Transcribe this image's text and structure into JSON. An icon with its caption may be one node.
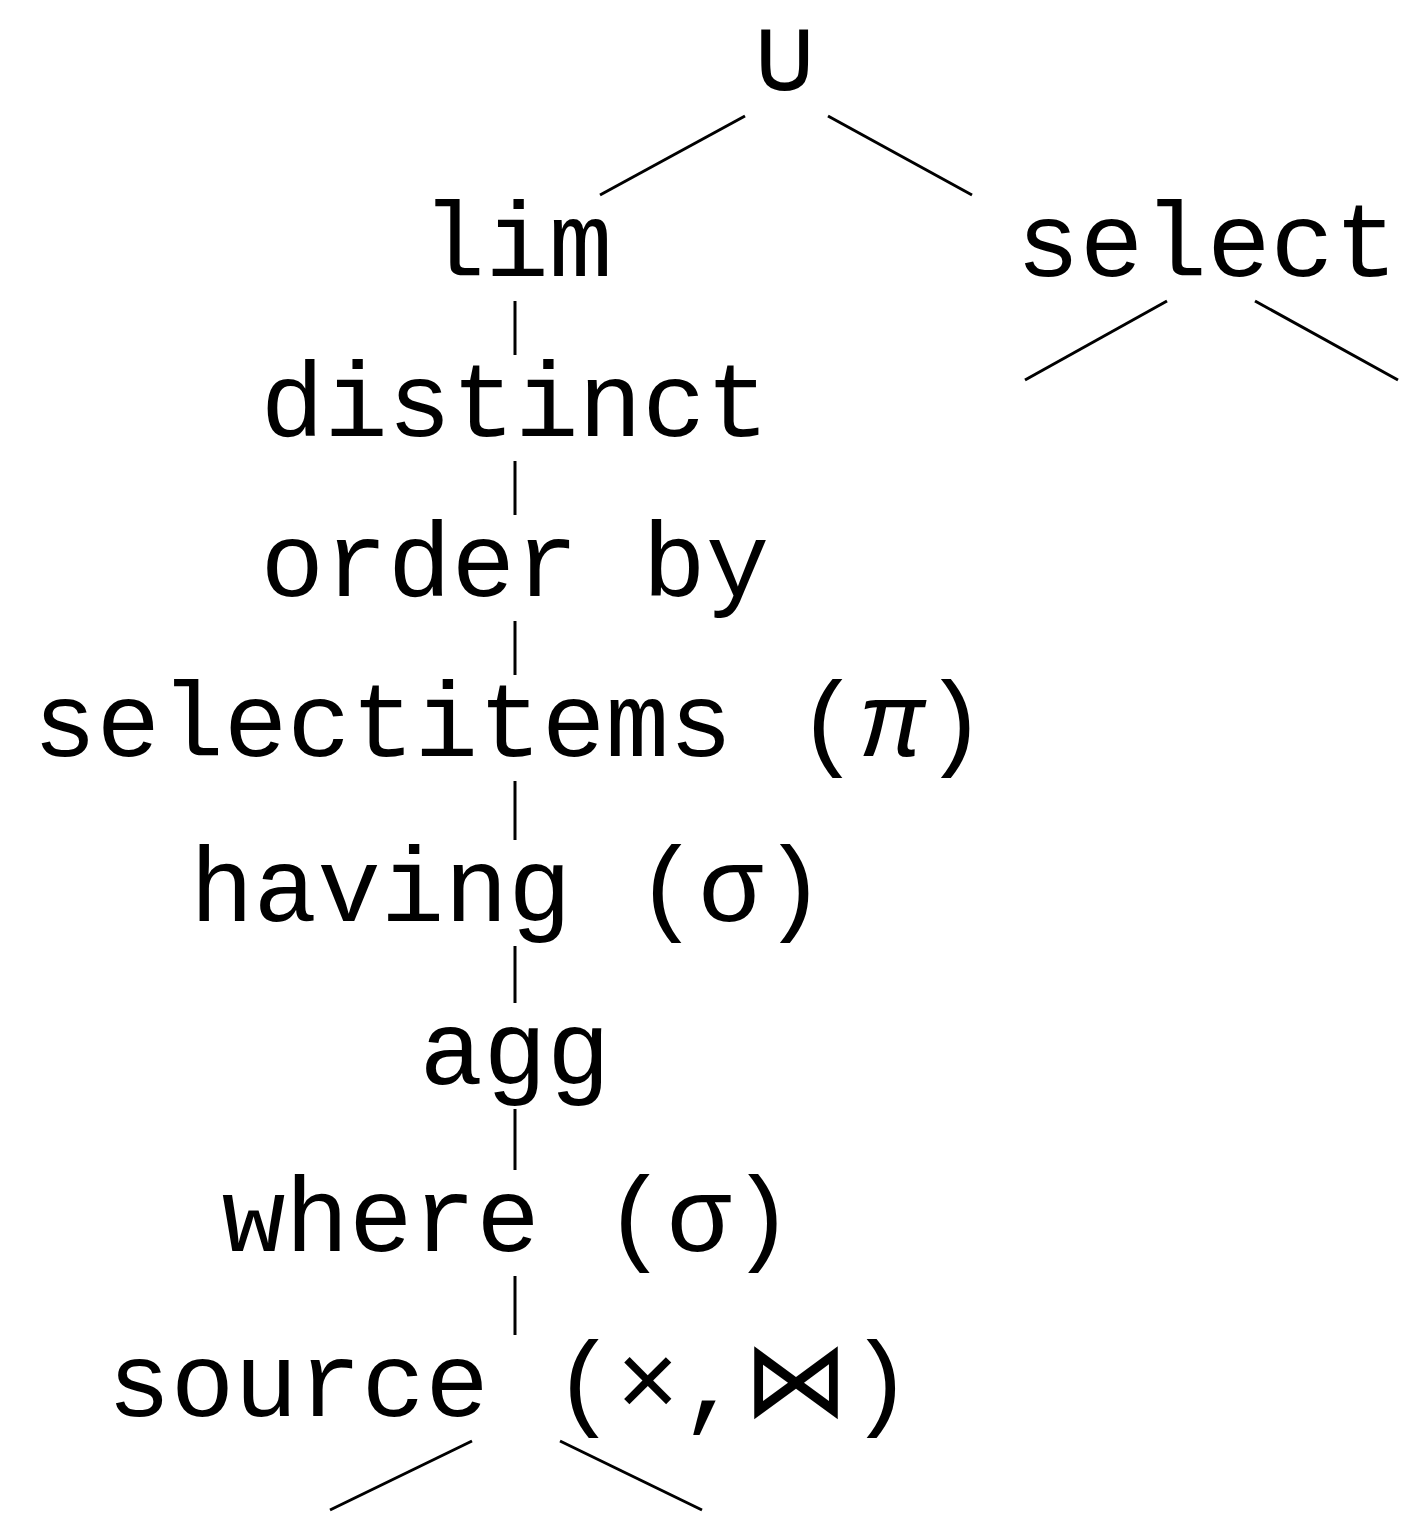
{
  "diagram": {
    "nodes": [
      {
        "text": [
          "∪"
        ]
      },
      {
        "text": [
          "lim"
        ]
      },
      {
        "text": [
          "select"
        ]
      },
      {
        "text": [
          "distinct"
        ]
      },
      {
        "text": [
          "order by"
        ]
      },
      {
        "text": [
          "selectitems (*π*)"
        ]
      },
      {
        "text": [
          "having (σ)"
        ]
      },
      {
        "text": [
          "agg"
        ]
      },
      {
        "text": [
          "where (σ)"
        ]
      },
      {
        "text": [
          "source (×,⋈)"
        ]
      }
    ],
    "edges": [
      {
        "from": 0,
        "to": 1,
        "arrow": "none"
      },
      {
        "from": 0,
        "to": 2,
        "arrow": "none"
      },
      {
        "from": 2,
        "to": null,
        "arrow": "none"
      },
      {
        "from": 2,
        "to": null,
        "arrow": "none"
      },
      {
        "from": 1,
        "to": 3,
        "arrow": "none"
      },
      {
        "from": 3,
        "to": 4,
        "arrow": "none"
      },
      {
        "from": 4,
        "to": 5,
        "arrow": "none"
      },
      {
        "from": 5,
        "to": 6,
        "arrow": "none"
      },
      {
        "from": 6,
        "to": 7,
        "arrow": "none"
      },
      {
        "from": 7,
        "to": 8,
        "arrow": "none"
      },
      {
        "from": 8,
        "to": 9,
        "arrow": "none"
      },
      {
        "from": 9,
        "to": null,
        "arrow": "none"
      },
      {
        "from": 9,
        "to": null,
        "arrow": "none"
      }
    ]
  }
}
